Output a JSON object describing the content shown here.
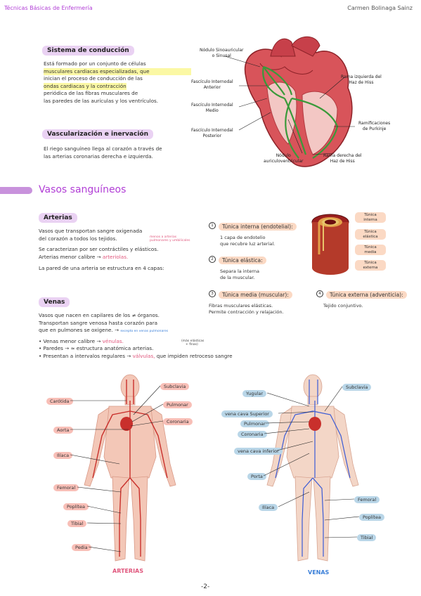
{
  "header": {
    "left": "Técnicas Básicas de Enfermería",
    "right": "Carmen Bolinaga Sainz"
  },
  "conduction": {
    "title": "Sistema de conducción",
    "para_lines": [
      "Está formado por un conjunto de células",
      "musculares cardiacas especializadas, que",
      "inician el proceso de conducción de las",
      "ondas cardiacas y la contracción",
      "periódica de las fibras musculares de",
      "las paredes de las aurículas y los ventrículos."
    ]
  },
  "vasc": {
    "title": "Vascularización e inervación",
    "lines": [
      "El riego sanguíneo llega al corazón a través de",
      "las arterias coronarias derecha e izquierda."
    ]
  },
  "heart_labels": {
    "sinoatrial": "Nódulo Sinoauricular\no Sinusal",
    "ant_fascicle": "Fascículo Internodal\nAnterior",
    "mid_fascicle": "Fascículo Internodal\nMedio",
    "post_fascicle": "Fascículo Internodal\nPosterior",
    "av_node": "Nódulo\nauriculoventricular",
    "his_left": "Rama izquierda del\nHaz de Hiss",
    "purkinje": "Ramificaciones\nde Purkinje",
    "his_right": "Rama derecha del\nHaz de Hiss"
  },
  "vessels_title": "Vasos sanguíneos",
  "arteries": {
    "title": "Arterias",
    "line1": "Vasos que transportan sangre oxigenada",
    "line2": "del corazón a todos los tejidos.",
    "note1": "menos a arterias",
    "note2": "pulmonares y umbilicales",
    "line3": "Se caracterizan por ser contráctiles y elásticos.",
    "line4a": "Arterias menor calibre →",
    "line4b": "arteriolas.",
    "line5": "La pared de una arteria se estructura en 4 capas:"
  },
  "tunics": {
    "t1_title": "Túnica interna (endotelial):",
    "t1_text": "1 capa de endotelio\nque recubre luz arterial.",
    "t2_title": "Túnica elástica:",
    "t2_text": "Separa la interna\nde la muscular.",
    "t3_title": "Túnica media (muscular):",
    "t3_text": "Fibras musculares elásticas.\nPermite contracción y relajación.",
    "t4_title": "Túnica externa (adventicia):",
    "t4_text": "Tejido conjuntivo."
  },
  "wall_labels": {
    "interna": "Túnica\ninterna",
    "elastica": "Túnica\nelástica",
    "media": "Túnica\nmedia",
    "externa": "Túnica\nexterna"
  },
  "veins": {
    "title": "Venas",
    "line1": "Vasos que nacen en capilares de los ≠ órganos.",
    "line2": "Transportan sangre venosa hasta corazón para",
    "line3": "que en pulmones se oxigene. →",
    "line3_note": "excepto en venas pulmonares",
    "b1a": "Venas menor calibre →",
    "b1b": "vénulas.",
    "b2": "Paredes → ≈ estructura anatómica arterias.",
    "b2_note1": "(más elásticas",
    "b2_note2": "+ finas)",
    "b3a": "Presentan a intervalos regulares →",
    "b3b": "válvulas,",
    "b3c": "que impiden retroceso sangre"
  },
  "artery_labels": {
    "carotida": "Carótida",
    "aorta": "Aorta",
    "iliaca": "Ilíaca",
    "femoral": "Femoral",
    "poplitea": "Poplítea",
    "tibial": "Tibial",
    "pedia": "Pedia",
    "subclavia": "Subclavia",
    "pulmonar": "Pulmonar",
    "coronaria": "Coronaria"
  },
  "vein_labels": {
    "yugular": "Yugular",
    "cava_sup": "vena cava Superior",
    "pulmonar": "Pulmonar",
    "coronaria": "Coronaria",
    "cava_inf": "vena cava inferior",
    "porta": "Porta",
    "iliaca": "Ilíaca",
    "subclavia": "Subclavia",
    "femoral": "Femoral",
    "poplitea": "Poplítea",
    "tibial": "Tibial"
  },
  "captions": {
    "arterias": "ARTERIAS",
    "venas": "VENAS"
  },
  "page_number": "-2-",
  "colors": {
    "purple": "#b13ed6",
    "pink": "#e0577d",
    "blue": "#3a7fd8",
    "artery": "#c9302c",
    "vein": "#3b5bd6"
  }
}
